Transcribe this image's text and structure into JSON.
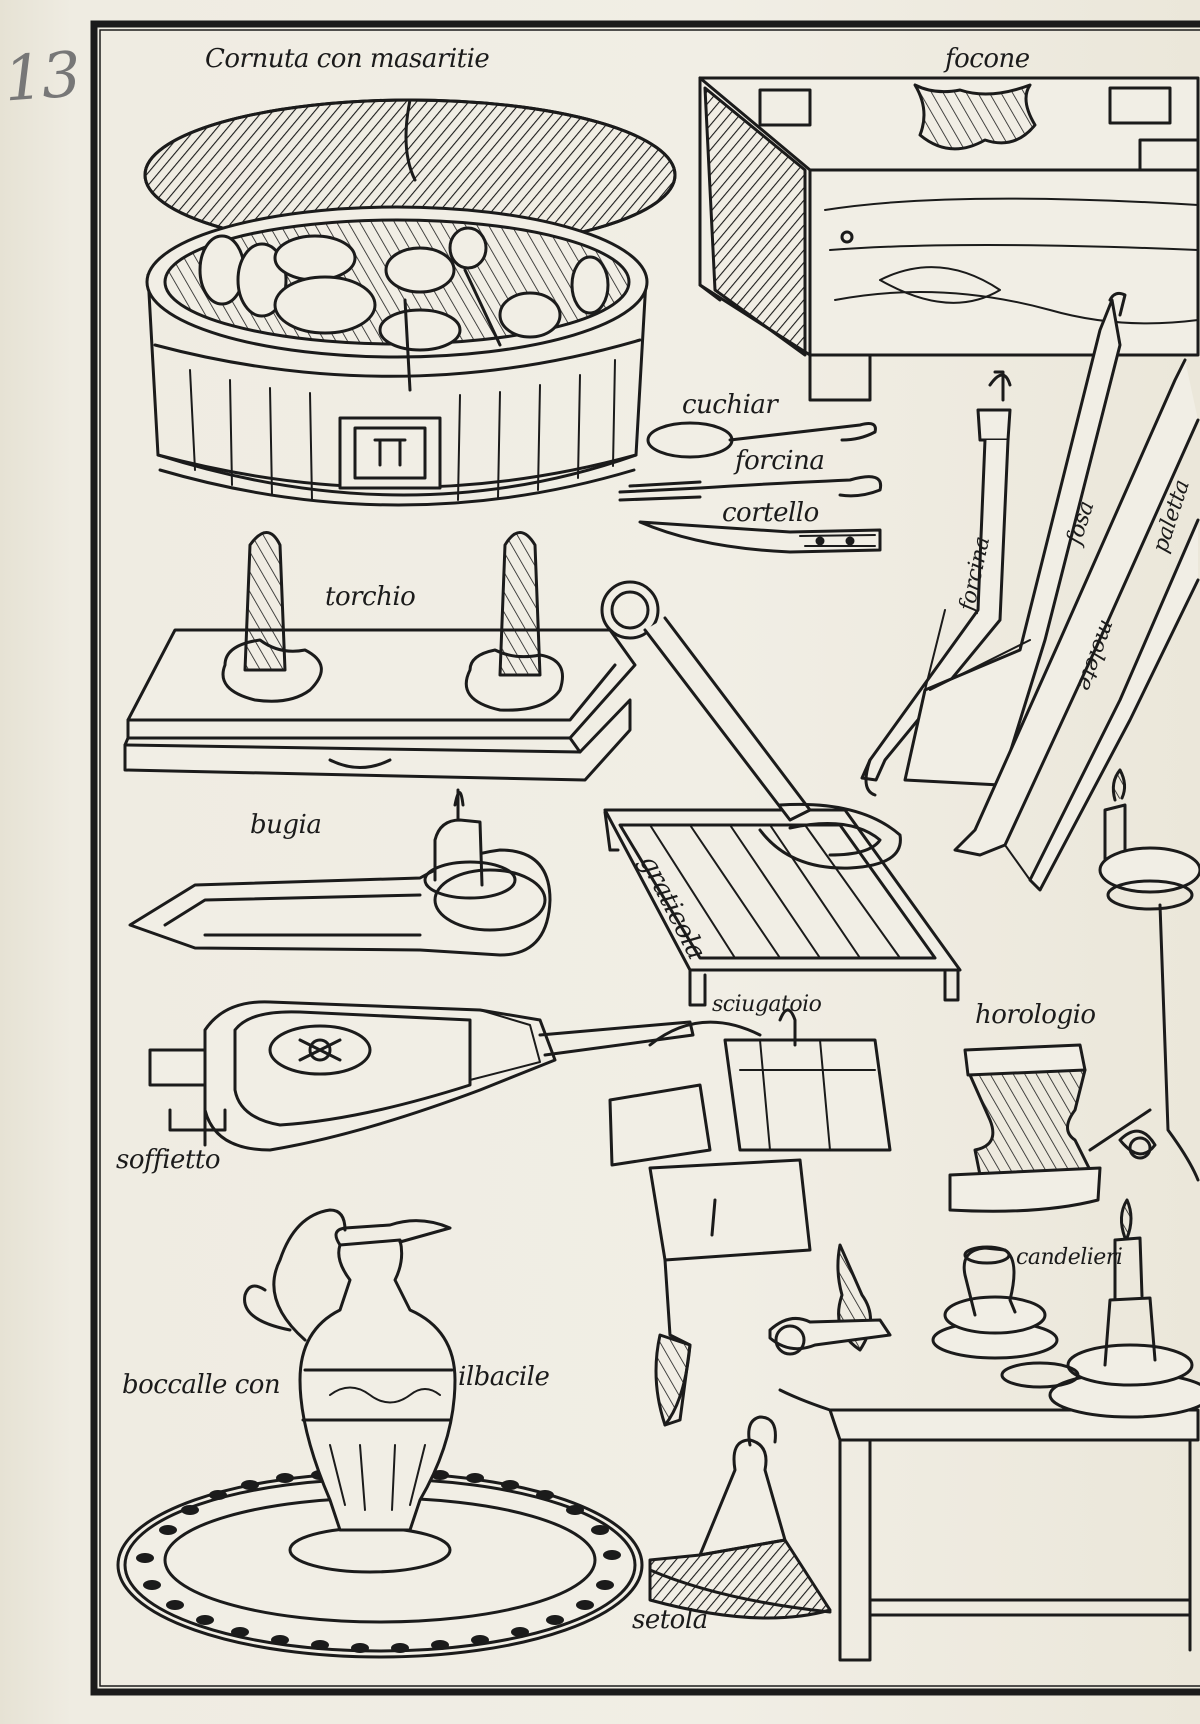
{
  "page": {
    "folio": "13"
  },
  "labels": {
    "cornuta": "Cornuta con masaritie",
    "focone": "focone",
    "cuchiar": "cuchiar",
    "forcina": "forcina",
    "cortello": "cortello",
    "torchio": "torchio",
    "bugia": "bugia",
    "graticola": "graticola",
    "soffietto": "soffietto",
    "sciugatoio": "sciugatoio",
    "horologio": "horologio",
    "boccale_con": "boccalle con",
    "ilbacile": "ilbacile",
    "candelieri": "candelieri",
    "setola": "setola",
    "forcina_long": "forcina",
    "paletta": "paletta",
    "molete": "molete",
    "fosa": "fosa"
  },
  "colors": {
    "ink": "#1b1b1b",
    "paper": "#f1eee5",
    "pencil": "#777777"
  }
}
